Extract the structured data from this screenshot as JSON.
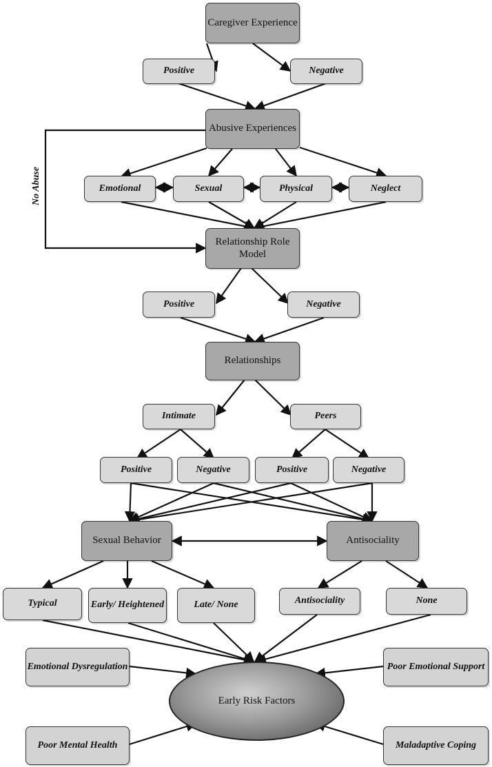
{
  "nodes": {
    "caregiver": "Caregiver Experience",
    "cg_positive": "Positive",
    "cg_negative": "Negative",
    "abusive": "Abusive Experiences",
    "emotional": "Emotional",
    "sexual": "Sexual",
    "physical": "Physical",
    "neglect": "Neglect",
    "role_model": "Relationship Role Model",
    "rm_positive": "Positive",
    "rm_negative": "Negative",
    "relationships": "Relationships",
    "intimate": "Intimate",
    "peers": "Peers",
    "int_positive": "Positive",
    "int_negative": "Negative",
    "peer_positive": "Positive",
    "peer_negative": "Negative",
    "sexual_behavior": "Sexual Behavior",
    "antisociality": "Antisociality",
    "typical": "Typical",
    "early": "Early/ Heightened",
    "late": "Late/ None",
    "anti_out": "Antisociality",
    "none": "None",
    "emo_dysreg": "Emotional Dysregulation",
    "poor_support": "Poor Emotional Support",
    "poor_mental": "Poor Mental Health",
    "maladaptive": "Maladaptive Coping",
    "early_risk": "Early Risk Factors"
  },
  "edge_labels": {
    "no_abuse": "No Abuse"
  }
}
